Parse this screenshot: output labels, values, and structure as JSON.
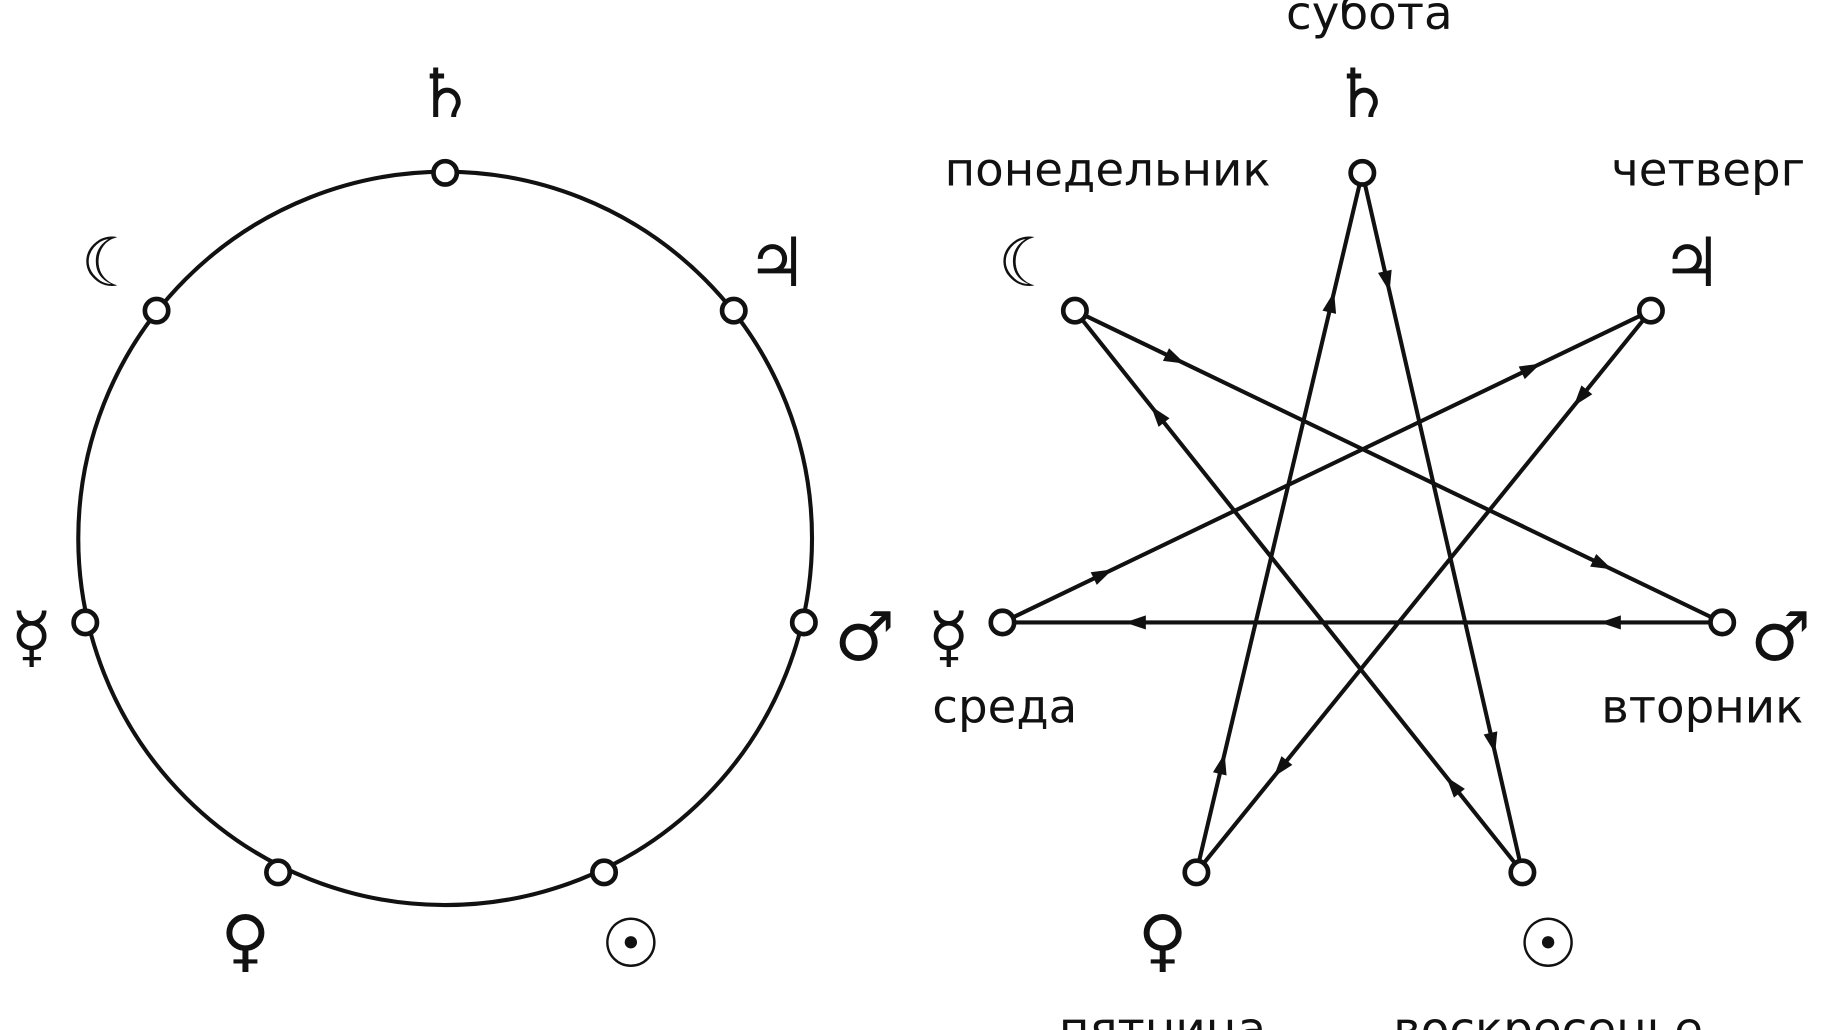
{
  "planets": [
    {
      "id": "saturn",
      "symbol": "♄",
      "day": "субота"
    },
    {
      "id": "moon",
      "symbol": "☾",
      "day": "понедельник"
    },
    {
      "id": "jupiter",
      "symbol": "♃",
      "day": "четверг"
    },
    {
      "id": "mercury",
      "symbol": "☿",
      "day": "среда"
    },
    {
      "id": "mars",
      "symbol": "♂",
      "day": "вторник"
    },
    {
      "id": "venus",
      "symbol": "♀",
      "day": "пятница"
    },
    {
      "id": "sun",
      "symbol": "☉",
      "day": "воскресенье"
    }
  ],
  "week_order": [
    "sun",
    "moon",
    "mars",
    "mercury",
    "jupiter",
    "venus",
    "saturn"
  ]
}
